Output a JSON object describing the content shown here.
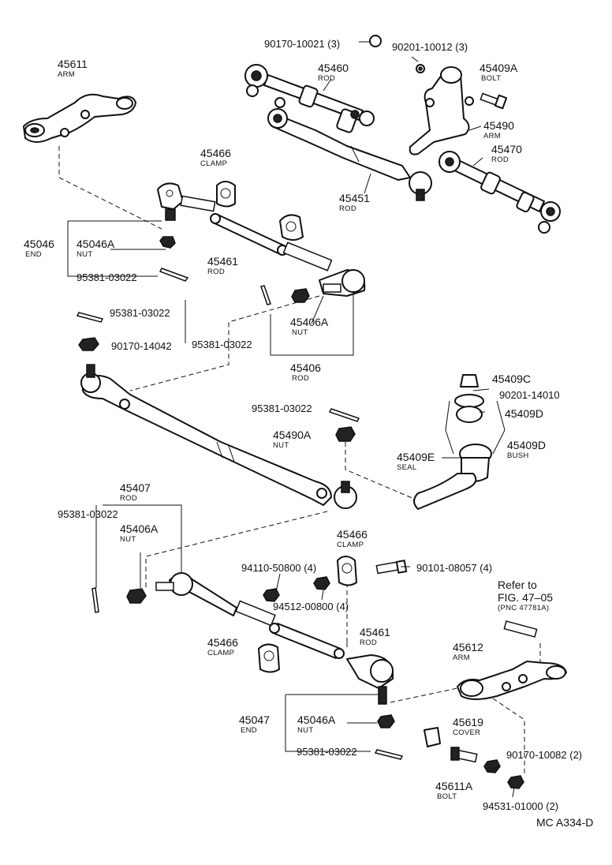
{
  "diagram_id": "MC A334-D",
  "reference_note": {
    "line1": "Refer to",
    "line2": "FIG. 47–05",
    "line3": "(PNC 47781A)"
  },
  "labels": [
    {
      "id": "l-90170-10021",
      "number": "90170-10021 (3)"
    },
    {
      "id": "l-90201-10012",
      "number": "90201-10012 (3)"
    },
    {
      "id": "l-45611",
      "number": "45611",
      "name": "ARM"
    },
    {
      "id": "l-45460",
      "number": "45460",
      "name": "ROD"
    },
    {
      "id": "l-45409A",
      "number": "45409A",
      "name": "BOLT"
    },
    {
      "id": "l-45490",
      "number": "45490",
      "name": "ARM"
    },
    {
      "id": "l-45466-top",
      "number": "45466",
      "name": "CLAMP"
    },
    {
      "id": "l-45470",
      "number": "45470",
      "name": "ROD"
    },
    {
      "id": "l-45451",
      "number": "45451",
      "name": "ROD"
    },
    {
      "id": "l-45046",
      "number": "45046",
      "name": "END"
    },
    {
      "id": "l-45046A-top",
      "number": "45046A",
      "name": "NUT"
    },
    {
      "id": "l-95381-a",
      "number": "95381-03022"
    },
    {
      "id": "l-45461-top",
      "number": "45461",
      "name": "ROD"
    },
    {
      "id": "l-95381-b",
      "number": "95381-03022"
    },
    {
      "id": "l-45406A-top",
      "number": "45406A",
      "name": "NUT"
    },
    {
      "id": "l-90170-14042",
      "number": "90170-14042"
    },
    {
      "id": "l-95381-c",
      "number": "95381-03022"
    },
    {
      "id": "l-45406",
      "number": "45406",
      "name": "ROD"
    },
    {
      "id": "l-45409C",
      "number": "45409C"
    },
    {
      "id": "l-90201-14010",
      "number": "90201-14010"
    },
    {
      "id": "l-95381-d",
      "number": "95381-03022"
    },
    {
      "id": "l-45409D-a",
      "number": "45409D"
    },
    {
      "id": "l-45490A",
      "number": "45490A",
      "name": "NUT"
    },
    {
      "id": "l-45409E",
      "number": "45409E",
      "name": "SEAL"
    },
    {
      "id": "l-45409D-b",
      "number": "45409D",
      "name": "BUSH"
    },
    {
      "id": "l-45407",
      "number": "45407",
      "name": "ROD"
    },
    {
      "id": "l-95381-e",
      "number": "95381-03022"
    },
    {
      "id": "l-45406A-bot",
      "number": "45406A",
      "name": "NUT"
    },
    {
      "id": "l-45466-mid",
      "number": "45466",
      "name": "CLAMP"
    },
    {
      "id": "l-94110-50800",
      "number": "94110-50800 (4)"
    },
    {
      "id": "l-90101-08057",
      "number": "90101-08057 (4)"
    },
    {
      "id": "l-94512-00800",
      "number": "94512-00800 (4)"
    },
    {
      "id": "l-45466-bot",
      "number": "45466",
      "name": "CLAMP"
    },
    {
      "id": "l-45461-bot",
      "number": "45461",
      "name": "ROD"
    },
    {
      "id": "l-45612",
      "number": "45612",
      "name": "ARM"
    },
    {
      "id": "l-45047",
      "number": "45047",
      "name": "END"
    },
    {
      "id": "l-45046A-bot",
      "number": "45046A",
      "name": "NUT"
    },
    {
      "id": "l-45619",
      "number": "45619",
      "name": "COVER"
    },
    {
      "id": "l-95381-f",
      "number": "95381-03022"
    },
    {
      "id": "l-90170-10082",
      "number": "90170-10082 (2)"
    },
    {
      "id": "l-45611A",
      "number": "45611A",
      "name": "BOLT"
    },
    {
      "id": "l-94531-01000",
      "number": "94531-01000 (2)"
    }
  ]
}
